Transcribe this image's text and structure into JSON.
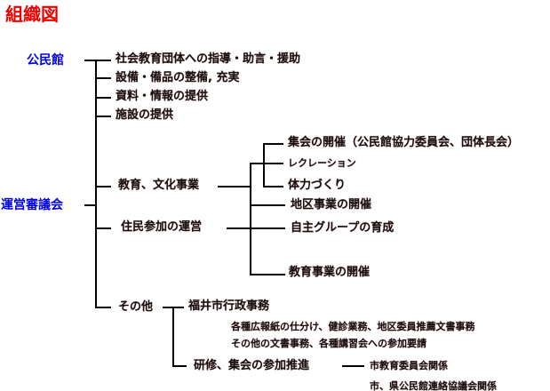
{
  "title": "組織図",
  "kominkan": {
    "label": "公民館",
    "items": [
      "社会教育団体への指導・助言・援助",
      "設備・備品の整備, 充実",
      "資料・情報の提供",
      "施設の提供"
    ]
  },
  "council": {
    "label": "運営審議会"
  },
  "education": {
    "label": "教育、文化事業",
    "sub": [
      "集会の開催（公民館協力委員会、団体長会）",
      "レクレーション",
      "体力づくり"
    ]
  },
  "branches": [
    "地区事業の開催",
    "自主グループの育成",
    "教育事業の開催"
  ],
  "residents": {
    "label": "住民参加の運営"
  },
  "other": {
    "label": "その他",
    "city": {
      "label": "福井市行政事務",
      "notes": [
        "各種広報紙の仕分け、健診業務、地区委員推薦文書事務",
        "その他の文書事務、各種講習会への参加要請"
      ]
    },
    "training": {
      "label": "研修、集会の参加推進",
      "items": [
        "市教育委員会関係",
        "市、県公民館連絡協議会関係"
      ]
    }
  }
}
